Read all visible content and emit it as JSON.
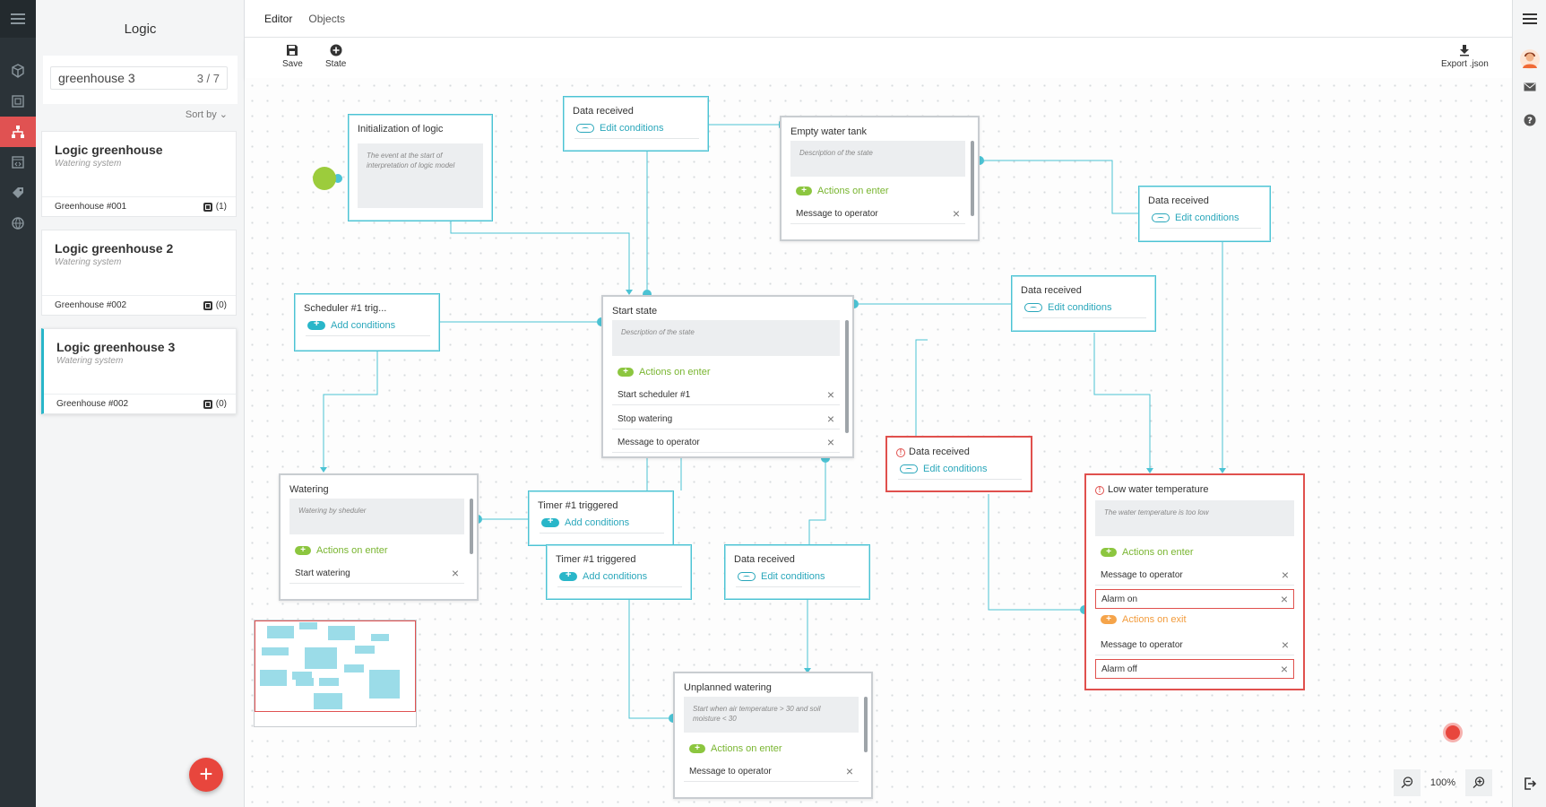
{
  "panel": {
    "title": "Logic",
    "search_value": "greenhouse 3",
    "search_count": "3 / 7",
    "sort_label": "Sort by",
    "items": [
      {
        "title": "Logic greenhouse",
        "subtitle": "Watering system",
        "object": "Greenhouse #001",
        "count": "(1)"
      },
      {
        "title": "Logic greenhouse 2",
        "subtitle": "Watering system",
        "object": "Greenhouse #002",
        "count": "(0)"
      },
      {
        "title": "Logic greenhouse 3",
        "subtitle": "Watering system",
        "object": "Greenhouse #002",
        "count": "(0)"
      }
    ],
    "add_label": "+"
  },
  "tabs": [
    "Editor",
    "Objects"
  ],
  "toolbar": {
    "save": "Save",
    "state": "State",
    "export": "Export .json"
  },
  "nodes": {
    "init": {
      "title": "Initialization of logic",
      "desc": "The event at the start of interpretation of logic model"
    },
    "data1": {
      "title": "Data received",
      "link": "Edit conditions"
    },
    "empty_tank": {
      "title": "Empty water tank",
      "desc": "Description of the state",
      "enter": "Actions on enter",
      "rows": [
        "Message to operator"
      ]
    },
    "data2": {
      "title": "Data received",
      "link": "Edit conditions"
    },
    "scheduler": {
      "title": "Scheduler #1 trig...",
      "link": "Add conditions"
    },
    "start": {
      "title": "Start state",
      "desc": "Description of the state",
      "enter": "Actions on enter",
      "rows": [
        "Start scheduler #1",
        "Stop watering",
        "Message to operator"
      ]
    },
    "data3": {
      "title": "Data received",
      "link": "Edit conditions"
    },
    "data_err": {
      "title": "Data received",
      "link": "Edit conditions"
    },
    "watering": {
      "title": "Watering",
      "desc": "Watering by sheduler",
      "enter": "Actions on enter",
      "rows": [
        "Start watering"
      ]
    },
    "timer1": {
      "title": "Timer #1 triggered",
      "link": "Add conditions"
    },
    "timer2": {
      "title": "Timer #1 triggered",
      "link": "Add conditions"
    },
    "data4": {
      "title": "Data received",
      "link": "Edit conditions"
    },
    "low_temp": {
      "title": "Low water temperature",
      "desc": "The water temperature is too low",
      "enter": "Actions on enter",
      "enter_rows": [
        "Message to operator",
        "Alarm on"
      ],
      "exit": "Actions on exit",
      "exit_rows": [
        "Message to operator",
        "Alarm off"
      ]
    },
    "unplanned": {
      "title": "Unplanned watering",
      "desc": "Start when air temperature > 30 and soil moisture < 30",
      "enter": "Actions on enter",
      "rows": [
        "Message to operator"
      ]
    }
  },
  "zoom": {
    "level": "100%"
  },
  "colors": {
    "accent": "#29b6c9",
    "danger": "#e0504d",
    "green": "#8cc63f",
    "orange": "#f5a44a",
    "rail": "#2b3338"
  }
}
